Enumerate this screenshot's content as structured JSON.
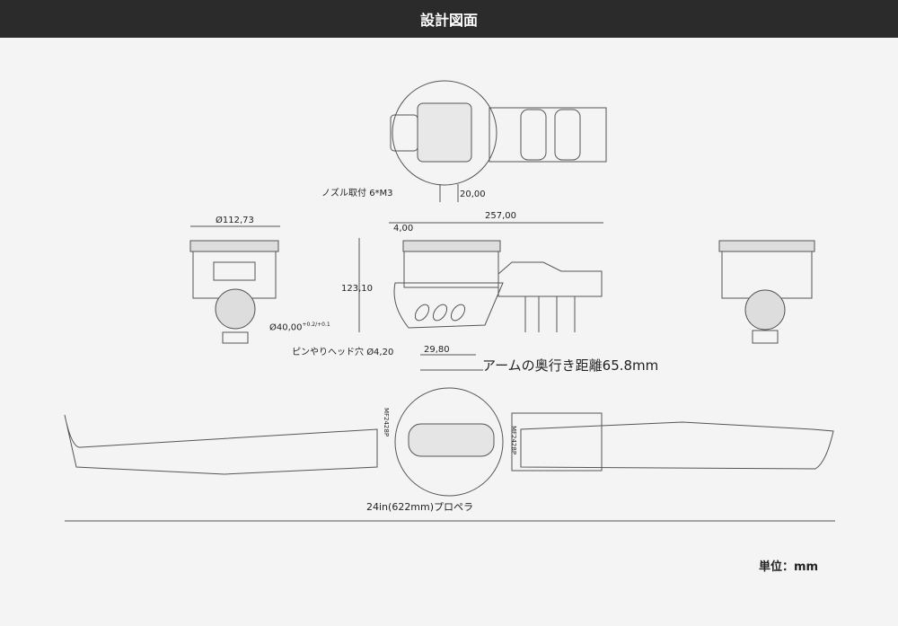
{
  "header": {
    "title": "設計図面"
  },
  "dimensions": {
    "nozzle_mount": "ノズル取付",
    "nozzle_mount_spec": "6*M3",
    "width_20": "20,00",
    "diameter_motor": "Ø112,73",
    "length_257": "257,00",
    "offset_4": "4,00",
    "height_123": "123,10",
    "diameter_40": "Ø40,00",
    "tol_plus": "+0.2",
    "tol_minus": "+0.1",
    "pin_hole": "ピンやりヘッド穴",
    "pin_hole_spec": "Ø4,20",
    "width_29": "29,80",
    "arm_depth": "アームの奥行き距離65.8mm",
    "propeller": "24in(622mm)プロペラ",
    "prop_label": "MF2428P"
  },
  "unit": "単位：mm"
}
